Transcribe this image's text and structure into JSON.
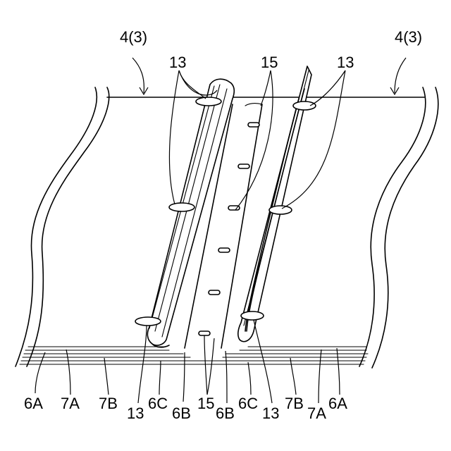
{
  "labels": {
    "sheet_left": "4(3)",
    "sheet_right": "4(3)",
    "ring_left": "13",
    "ring_right": "13",
    "stitch_top": "15",
    "b_6a_left": "6A",
    "b_7a_left": "7A",
    "b_7b_left": "7B",
    "b_13_left": "13",
    "b_6c_left": "6C",
    "b_6b_left": "6B",
    "b_15": "15",
    "b_6b_right": "6B",
    "b_6c_right": "6C",
    "b_13_right": "13",
    "b_7b_right": "7B",
    "b_7a_right": "7A",
    "b_6a_right": "6A"
  }
}
